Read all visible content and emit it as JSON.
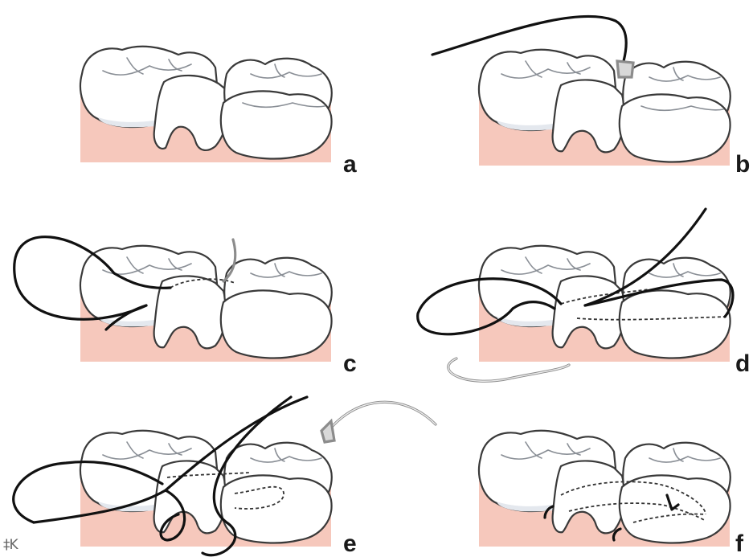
{
  "panels": [
    {
      "id": "a",
      "label": "a"
    },
    {
      "id": "b",
      "label": "b"
    },
    {
      "id": "c",
      "label": "c"
    },
    {
      "id": "d",
      "label": "d"
    },
    {
      "id": "e",
      "label": "e"
    },
    {
      "id": "f",
      "label": "f"
    }
  ],
  "watermark": "‡K",
  "colors": {
    "gum": "#f6c8bc",
    "gum_dark": "#ed9e8d",
    "tooth": "#ffffff",
    "outline": "#3a3a3a",
    "suture": "#111111",
    "needle": "#8c8c8c"
  }
}
